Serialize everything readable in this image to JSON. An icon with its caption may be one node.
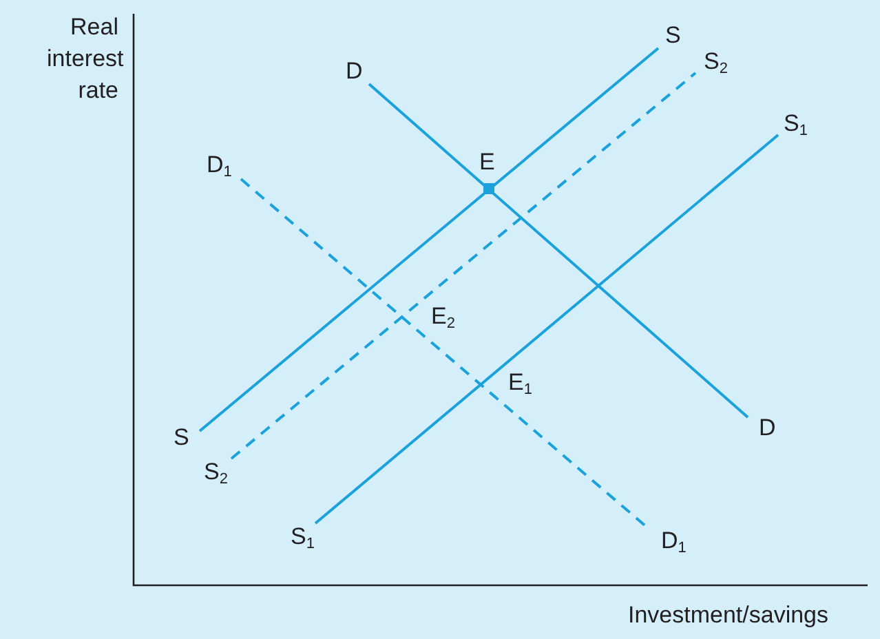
{
  "diagram": {
    "nodes": [
      {
        "text": [
          "D"
        ]
      },
      {
        "text": [
          "D"
        ]
      },
      {
        "text": [
          "S"
        ]
      },
      {
        "text": [
          "S"
        ]
      },
      {
        "text": [
          "S$_{2}$"
        ]
      },
      {
        "text": [
          "S$_{2}$"
        ]
      },
      {
        "text": [
          "S$_{1}$"
        ]
      },
      {
        "text": [
          "S$_{1}$"
        ]
      },
      {
        "text": [
          "D$_{1}$"
        ]
      },
      {
        "text": [
          "D$_{1}$"
        ]
      }
    ],
    "edges": [
      {
        "from": 0,
        "to": 1,
        "arrow": "none"
      },
      {
        "from": 3,
        "to": 2,
        "arrow": "none"
      },
      {
        "from": 5,
        "to": 4,
        "arrow": "none",
        "style": "dashed"
      },
      {
        "from": 7,
        "to": 6,
        "arrow": "none"
      },
      {
        "from": 8,
        "to": 9,
        "arrow": "none",
        "style": "dashed"
      }
    ],
    "labels": [
      "Real interest rate",
      "E",
      "E$_{2}$",
      "E$_{1}$",
      "Investment/savings"
    ]
  }
}
